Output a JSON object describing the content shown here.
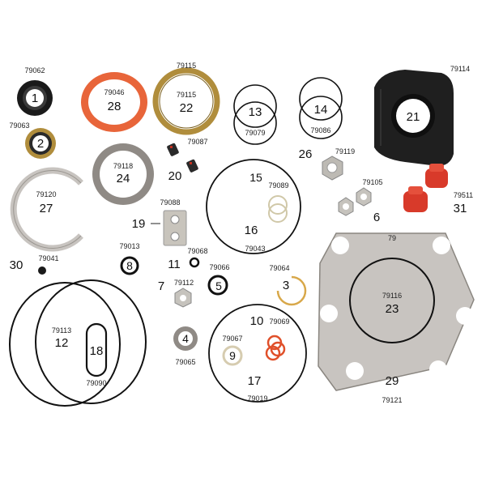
{
  "parts": [
    {
      "num": "1",
      "pn": "79062"
    },
    {
      "num": "2",
      "pn": "79063"
    },
    {
      "num": "3",
      "pn": "79064"
    },
    {
      "num": "4",
      "pn": "79065"
    },
    {
      "num": "5",
      "pn": "79066"
    },
    {
      "num": "6",
      "pn": "79105"
    },
    {
      "num": "7",
      "pn": "79112"
    },
    {
      "num": "8",
      "pn": "79013"
    },
    {
      "num": "9",
      "pn": "79067"
    },
    {
      "num": "10",
      "pn": "79069"
    },
    {
      "num": "11",
      "pn": "79068"
    },
    {
      "num": "12",
      "pn": "79113"
    },
    {
      "num": "13",
      "pn": "79079"
    },
    {
      "num": "14",
      "pn": "79086"
    },
    {
      "num": "15",
      "pn": "79089"
    },
    {
      "num": "16",
      "pn": "79043"
    },
    {
      "num": "17",
      "pn": "79019"
    },
    {
      "num": "18",
      "pn": "79090"
    },
    {
      "num": "19",
      "pn": "79088"
    },
    {
      "num": "20",
      "pn": "79087"
    },
    {
      "num": "21",
      "pn": "79114"
    },
    {
      "num": "22",
      "pn": "79115"
    },
    {
      "num": "23",
      "pn": "79116"
    },
    {
      "num": "24",
      "pn": "79118"
    },
    {
      "num": "26",
      "pn": "79119"
    },
    {
      "num": "27",
      "pn": "79120"
    },
    {
      "num": "28",
      "pn": "79046"
    },
    {
      "num": "29",
      "pn": "79121"
    },
    {
      "num": "30",
      "pn": "79041"
    },
    {
      "num": "31",
      "pn": "79511"
    }
  ],
  "extra_labels": {
    "p22_top": "79115",
    "gasket_mark": "79"
  },
  "colors": {
    "orange_seal": "#e8653a",
    "brass_ring": "#b08d3c",
    "grey_ring": "#8f8a85",
    "red_cap": "#d83a2a",
    "steel": "#c8c4c0",
    "black": "#111111"
  }
}
